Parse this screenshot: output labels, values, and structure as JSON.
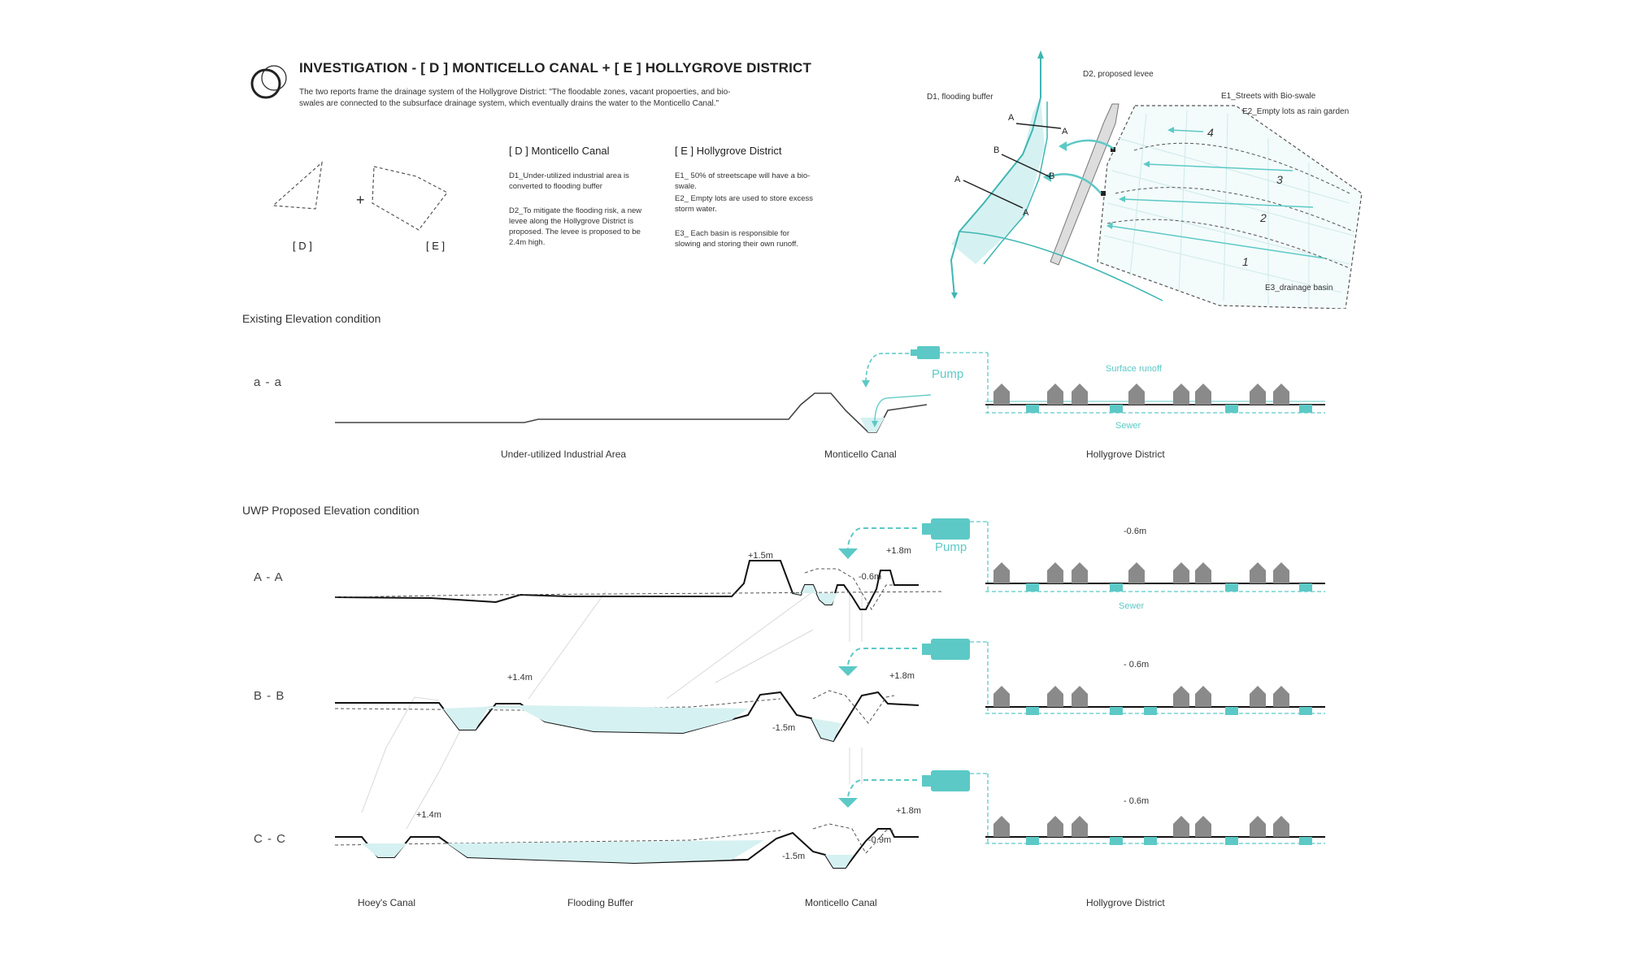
{
  "header": {
    "title": "INVESTIGATION - [ D ] MONTICELLO CANAL + [ E ] HOLLYGROVE DISTRICT",
    "intro": "The two reports frame the drainage system of the Hollygrove District: \"The floodable zones, vacant propoerties, and bio-swales are connected to the subsurface drainage system, which eventually drains the water to the Monticello Canal.\""
  },
  "shapes": {
    "d_label": "[ D ]",
    "plus": "+",
    "e_label": "[ E ]"
  },
  "column_d": {
    "heading": "[ D ]  Monticello Canal",
    "items": [
      "D1_Under-utilized industrial area is converted to flooding buffer",
      "D2_To mitigate the flooding risk, a new levee along the Hollygrove District is proposed. The levee is proposed to be 2.4m high."
    ]
  },
  "column_e": {
    "heading": "[ E ]  Hollygrove District",
    "items": [
      "E1_ 50% of streetscape will have a bio-swale.",
      "E2_ Empty lots are used to store excess storm water.",
      "E3_ Each basin is responsible for slowing and storing their own runoff."
    ]
  },
  "map": {
    "d1": "D1, flooding buffer",
    "d2": "D2, proposed levee",
    "e1": "E1_Streets with Bio-swale",
    "e2": "E2_Empty lots as rain garden",
    "e3": "E3_drainage basin",
    "cut_a": "A",
    "cut_b": "B",
    "basins": [
      "4",
      "3",
      "2",
      "1"
    ]
  },
  "existing": {
    "section_title": "Existing Elevation condition",
    "row": "a - a",
    "pump": "Pump",
    "runoff": "Surface runoff",
    "sewer": "Sewer",
    "zones": [
      "Under-utilized Industrial Area",
      "Monticello Canal",
      "Hollygrove District"
    ]
  },
  "proposed": {
    "section_title": "UWP Proposed Elevation condition",
    "pump": "Pump",
    "sewer": "Sewer",
    "rows": [
      {
        "label": "A - A",
        "levee_left": "+1.5m",
        "levee_right": "+1.8m",
        "canal": "-0.6m",
        "district": "-0.6m"
      },
      {
        "label": "B - B",
        "levee_left": "+1.4m",
        "levee_right": "+1.8m",
        "canal": "-1.5m",
        "district": "- 0.6m"
      },
      {
        "label": "C - C",
        "levee_left": "+1.4m",
        "levee_right": "+1.8m",
        "canal_a": "-1.5m",
        "canal_b": "-0.9m",
        "district": "- 0.6m"
      }
    ],
    "zones": [
      "Hoey's Canal",
      "Flooding Buffer",
      "Monticello Canal",
      "Hollygrove District"
    ]
  },
  "colors": {
    "teal": "#5cc9c6",
    "dark": "#222222",
    "house": "#8a8a8a",
    "water": "#d6f1f1"
  }
}
